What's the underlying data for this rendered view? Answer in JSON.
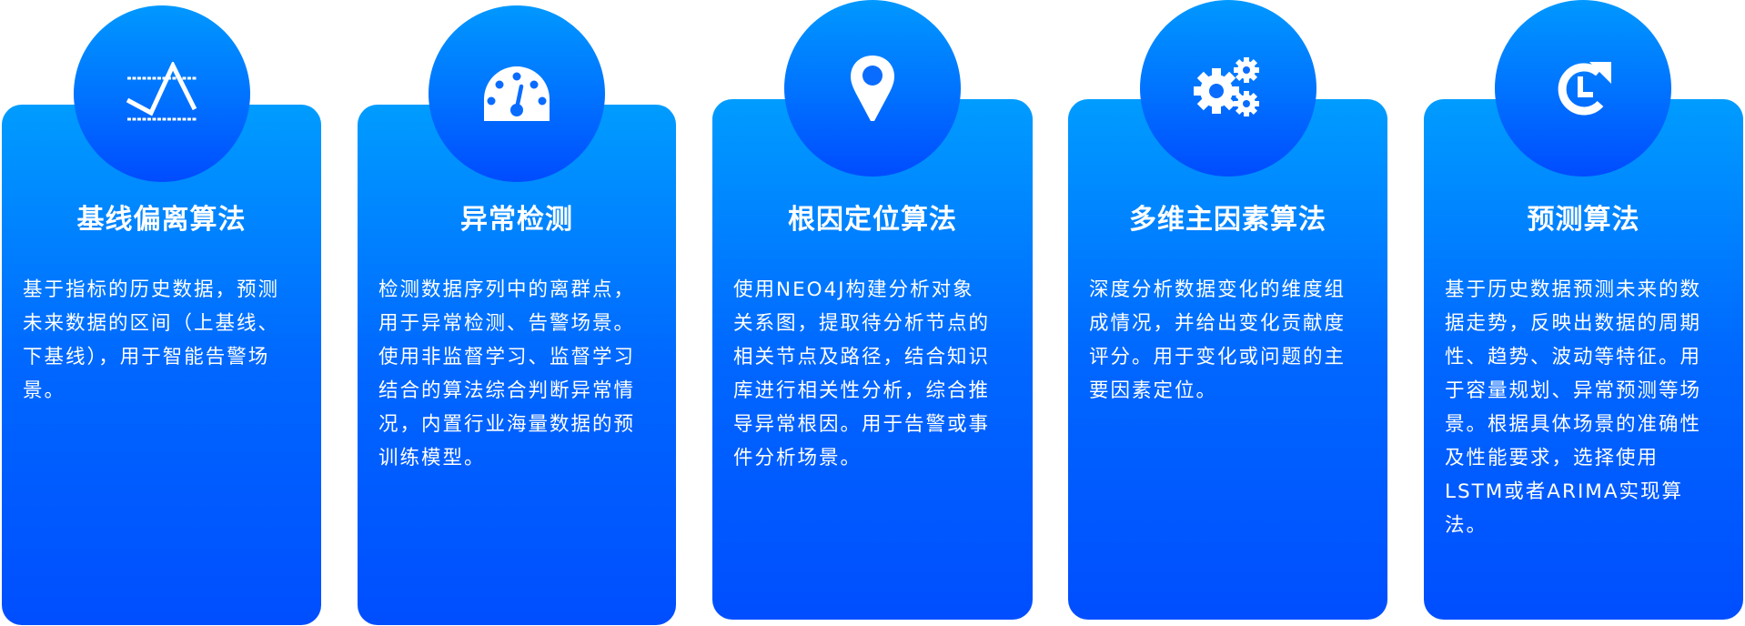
{
  "colors": {
    "card_top": "#009cff",
    "card_bottom": "#004eff",
    "circle_top": "#0098ff",
    "circle_bottom": "#004cff",
    "text": "#ffffff"
  },
  "cards": [
    {
      "icon": "baseline-chart-icon",
      "title": "基线偏离算法",
      "lines": [
        "基于指标的历史数据，预测",
        "未来数据的区间（上基线、",
        "下基线），用于智能告警场",
        "景。"
      ]
    },
    {
      "icon": "gauge-icon",
      "title": "异常检测",
      "lines": [
        "检测数据序列中的离群点，",
        "用于异常检测、告警场景。",
        "使用非监督学习、监督学习",
        "结合的算法综合判断异常情",
        "况，内置行业海量数据的预",
        "训练模型。"
      ]
    },
    {
      "icon": "map-pin-icon",
      "title": "根因定位算法",
      "lines": [
        "使用NEO4J构建分析对象",
        "关系图，提取待分析节点的",
        "相关节点及路径，结合知识",
        "库进行相关性分析，综合推",
        "导异常根因。用于告警或事",
        "件分析场景。"
      ]
    },
    {
      "icon": "gears-icon",
      "title": "多维主因素算法",
      "lines": [
        "深度分析数据变化的维度组",
        "成情况，并给出变化贡献度",
        "评分。用于变化或问题的主",
        "要因素定位。"
      ]
    },
    {
      "icon": "clock-refresh-icon",
      "title": "预测算法",
      "lines": [
        "基于历史数据预测未来的数",
        "据走势，反映出数据的周期",
        "性、趋势、波动等特征。用",
        "于容量规划、异常预测等场",
        "景。根据具体场景的准确性",
        "及性能要求，选择使用",
        "LSTM或者ARIMA实现算",
        "法。"
      ]
    }
  ]
}
